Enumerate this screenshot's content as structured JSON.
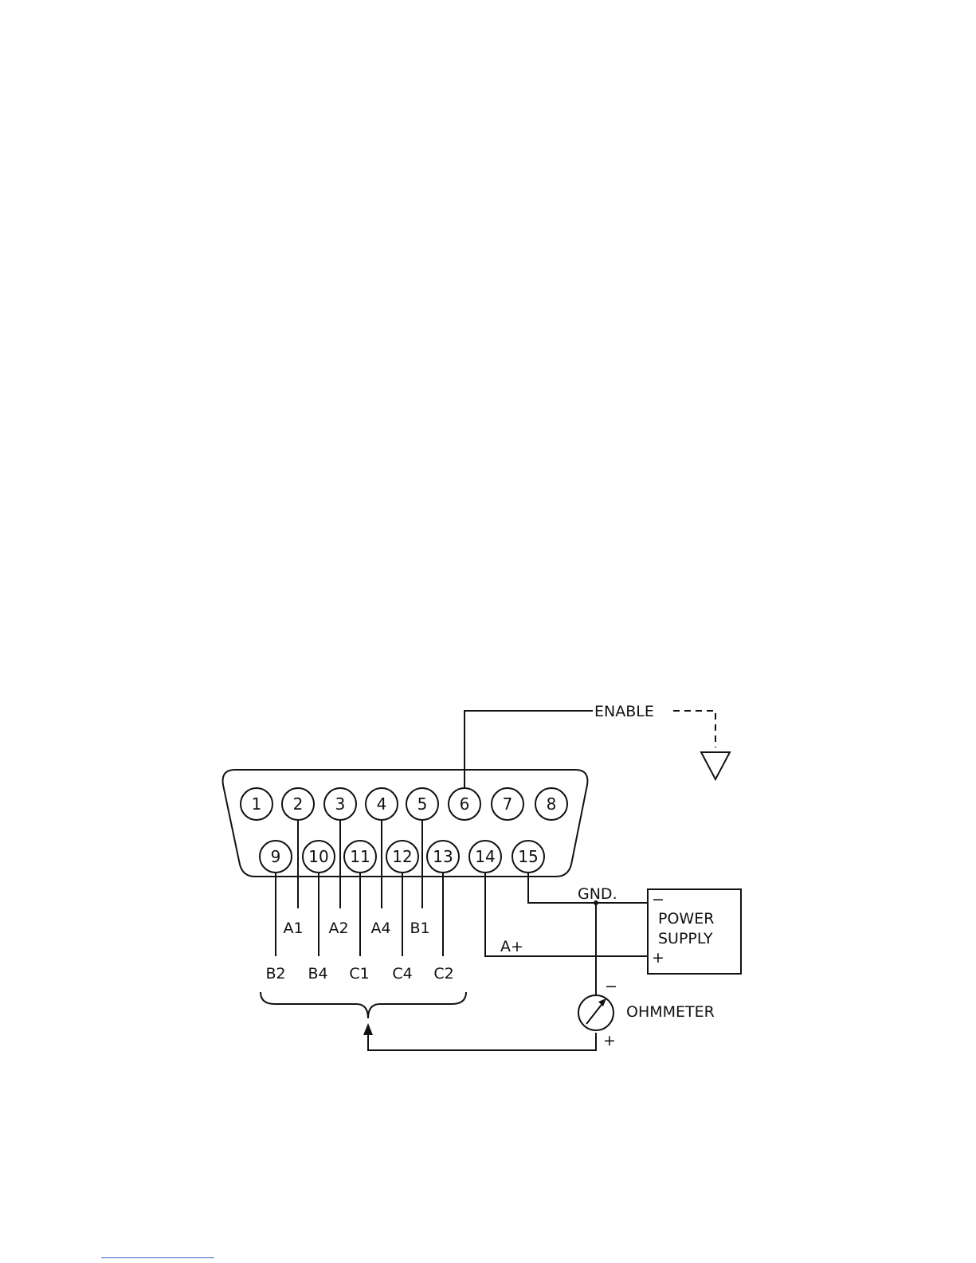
{
  "connector": {
    "top_row": [
      "1",
      "2",
      "3",
      "4",
      "5",
      "6",
      "7",
      "8"
    ],
    "bottom_row": [
      "9",
      "10",
      "11",
      "12",
      "13",
      "14",
      "15"
    ]
  },
  "labels": {
    "enable": "ENABLE",
    "gnd": "GND.",
    "a_plus": "A+",
    "a1": "A1",
    "a2": "A2",
    "a4": "A4",
    "b1": "B1",
    "b2": "B2",
    "b4": "B4",
    "c1": "C1",
    "c4": "C4",
    "c2": "C2",
    "power_supply_line1": "POWER",
    "power_supply_line2": "SUPPLY",
    "ps_minus": "−",
    "ps_plus": "+",
    "ohmmeter": "OHMMETER",
    "meter_minus": "−",
    "meter_plus": "+"
  }
}
